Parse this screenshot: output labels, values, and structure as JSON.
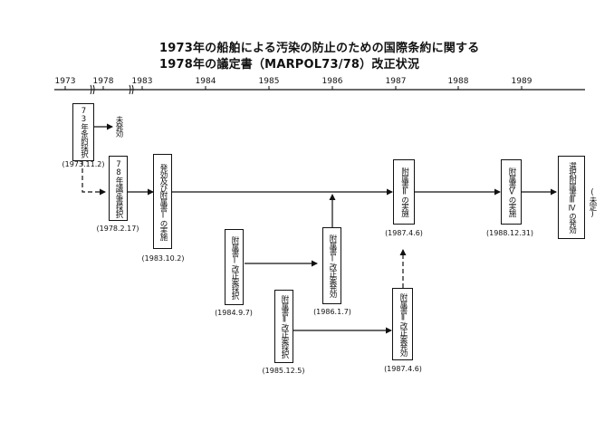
{
  "title": {
    "line1": "1973年の船舶による汚染の防止のための国際条約に関する",
    "line2": "1978年の議定書（MARPOL73/78）改正状況"
  },
  "timeline": {
    "years": [
      "1973",
      "1978",
      "1983",
      "1984",
      "1985",
      "1986",
      "1987",
      "1988",
      "1989"
    ]
  },
  "events": {
    "adopt73": {
      "label": "73年条約採択",
      "date": "(1973.11.2)"
    },
    "not_effective": {
      "label": "未発効"
    },
    "adopt78": {
      "label": "78年議定書採択",
      "date": "(1978.2.17)"
    },
    "effect83": {
      "label": "発効及び附属書Ⅰの実施",
      "date": "(1983.10.2)"
    },
    "amend_i_adopt": {
      "label": "附属書Ⅰ改正案採択",
      "date": "(1984.9.7)"
    },
    "amend_i_effect": {
      "label": "附属書Ⅰ改正案発効",
      "date": "(1986.1.7)"
    },
    "amend_ii_adopt": {
      "label": "附属書Ⅱ改正案採択",
      "date": "(1985.12.5)"
    },
    "annex_ii_impl": {
      "label": "附属書Ⅱの実施",
      "date": "(1987.4.6)"
    },
    "amend_ii_effect": {
      "label": "附属書Ⅱ改正案発効",
      "date": "(1987.4.6)"
    },
    "annex_v_impl": {
      "label": "附属書Ⅴの実施",
      "date": "(1988.12.31)"
    },
    "optional": {
      "label": "選択附属書ⅢⅣの発効",
      "note": "(未定)"
    }
  }
}
